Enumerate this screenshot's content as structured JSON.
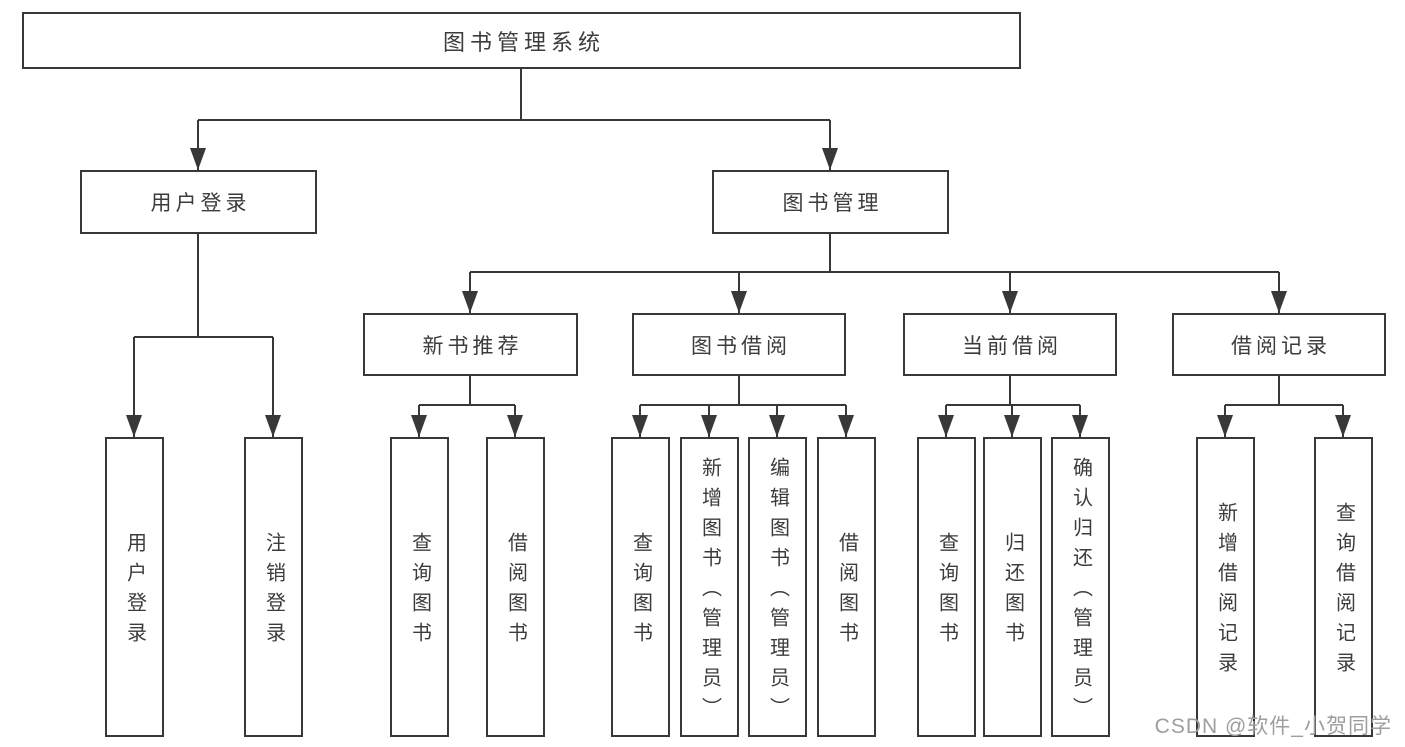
{
  "diagram": {
    "root": {
      "label": "图书管理系统"
    },
    "level2": [
      {
        "label": "用户登录",
        "parent": "图书管理系统"
      },
      {
        "label": "图书管理",
        "parent": "图书管理系统"
      }
    ],
    "level3": [
      {
        "label": "新书推荐",
        "parent": "图书管理"
      },
      {
        "label": "图书借阅",
        "parent": "图书管理"
      },
      {
        "label": "当前借阅",
        "parent": "图书管理"
      },
      {
        "label": "借阅记录",
        "parent": "图书管理"
      }
    ],
    "leaves": [
      {
        "label": "用户登录",
        "parent": "用户登录"
      },
      {
        "label": "注销登录",
        "parent": "用户登录"
      },
      {
        "label": "查询图书",
        "parent": "新书推荐"
      },
      {
        "label": "借阅图书",
        "parent": "新书推荐"
      },
      {
        "label": "查询图书",
        "parent": "图书借阅"
      },
      {
        "label": "新增图书（管理员）",
        "parent": "图书借阅"
      },
      {
        "label": "编辑图书（管理员）",
        "parent": "图书借阅"
      },
      {
        "label": "借阅图书",
        "parent": "图书借阅"
      },
      {
        "label": "查询图书",
        "parent": "当前借阅"
      },
      {
        "label": "归还图书",
        "parent": "当前借阅"
      },
      {
        "label": "确认归还（管理员）",
        "parent": "当前借阅"
      },
      {
        "label": "新增借阅记录",
        "parent": "借阅记录"
      },
      {
        "label": "查询借阅记录",
        "parent": "借阅记录"
      }
    ]
  },
  "watermark": "CSDN @软件_小贺同学",
  "colors": {
    "line": "#383838",
    "text": "#3c3c3c",
    "watermark": "#9e9e9e",
    "background": "#ffffff"
  }
}
